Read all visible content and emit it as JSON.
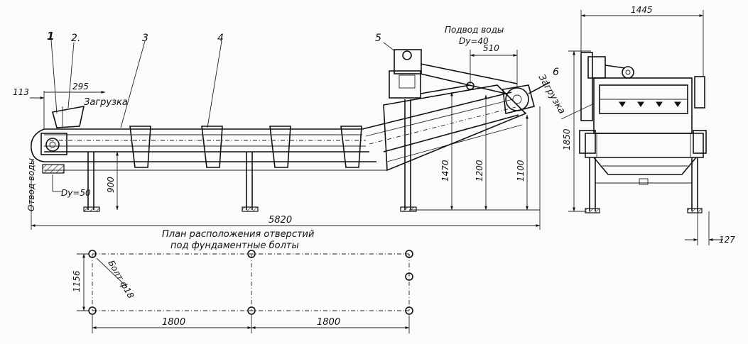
{
  "callouts": {
    "c1": "1",
    "c2": "2.",
    "c3": "3",
    "c4": "4",
    "c5": "5",
    "c6": "6"
  },
  "labels": {
    "loading_left": "Загрузка",
    "loading_right": "Загрузка",
    "water_supply": "Подвод воды",
    "water_supply_dn": "Dу=40",
    "water_drain": "Отвод воды",
    "water_drain_dn": "Dу=50",
    "plan_title_1": "План расположения  отверстий",
    "plan_title_2": "под  фундаментные болты",
    "bolt": "Болт ф18"
  },
  "dimensions": {
    "d113": "113",
    "d295": "295",
    "d510": "510",
    "d900": "900",
    "d1470": "1470",
    "d1200": "1200",
    "d1100": "1100",
    "d5820": "5820",
    "d1445": "1445",
    "d1850": "1850",
    "d127": "127",
    "d1156": "1156",
    "d1800a": "1800",
    "d1800b": "1800"
  }
}
